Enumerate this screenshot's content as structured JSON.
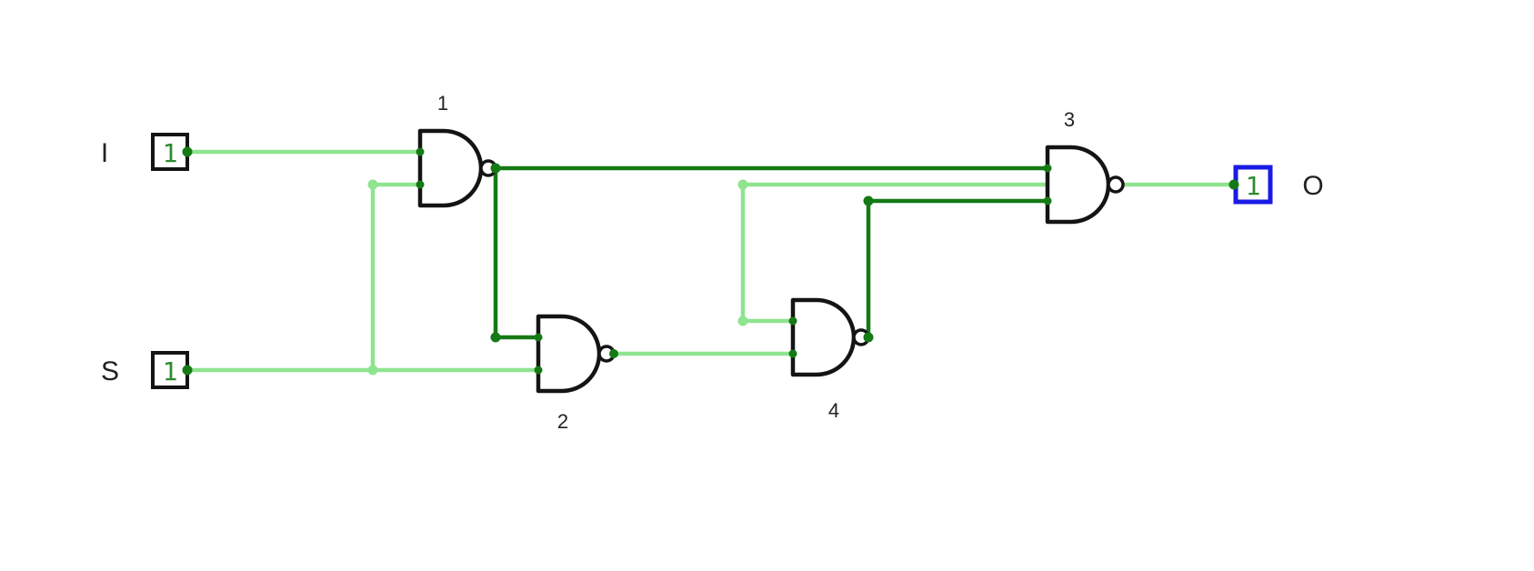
{
  "colors": {
    "canvas-bg": "#ffffff",
    "wire-on": "#8FE48F",
    "wire-off": "#157A15",
    "value-text": "#2E8B2E",
    "selection": "#1A1AE6",
    "ink": "#141414",
    "label-text": "#222222"
  },
  "inputs": [
    {
      "label": "I",
      "value": "1",
      "state": 1
    },
    {
      "label": "S",
      "value": "1",
      "state": 1
    }
  ],
  "output": {
    "label": "O",
    "value": "1",
    "state": 1,
    "selected": true
  },
  "gates": [
    {
      "label": "1",
      "type": "NAND",
      "output_state": 0
    },
    {
      "label": "2",
      "type": "NAND",
      "output_state": 1
    },
    {
      "label": "3",
      "type": "NAND",
      "output_state": 1
    },
    {
      "label": "4",
      "type": "NAND",
      "output_state": 0
    }
  ],
  "netlist": [
    {
      "from": "input-I",
      "to": [
        "gate-1.input-top"
      ],
      "state": 1
    },
    {
      "from": "input-S",
      "to": [
        "gate-1.input-bottom",
        "gate-2.input-bottom"
      ],
      "state": 1
    },
    {
      "from": "gate-1.output",
      "to": [
        "gate-2.input-top",
        "gate-3.input-top"
      ],
      "state": 0
    },
    {
      "from": "gate-2.output",
      "to": [
        "gate-4.input-bottom"
      ],
      "state": 1
    },
    {
      "from": "gate-4.output",
      "to": [
        "gate-3.input-bottom"
      ],
      "state": 0
    },
    {
      "from": "gate-3.output",
      "to": [
        "output-O",
        "gate-4.input-top"
      ],
      "state": 1
    }
  ]
}
